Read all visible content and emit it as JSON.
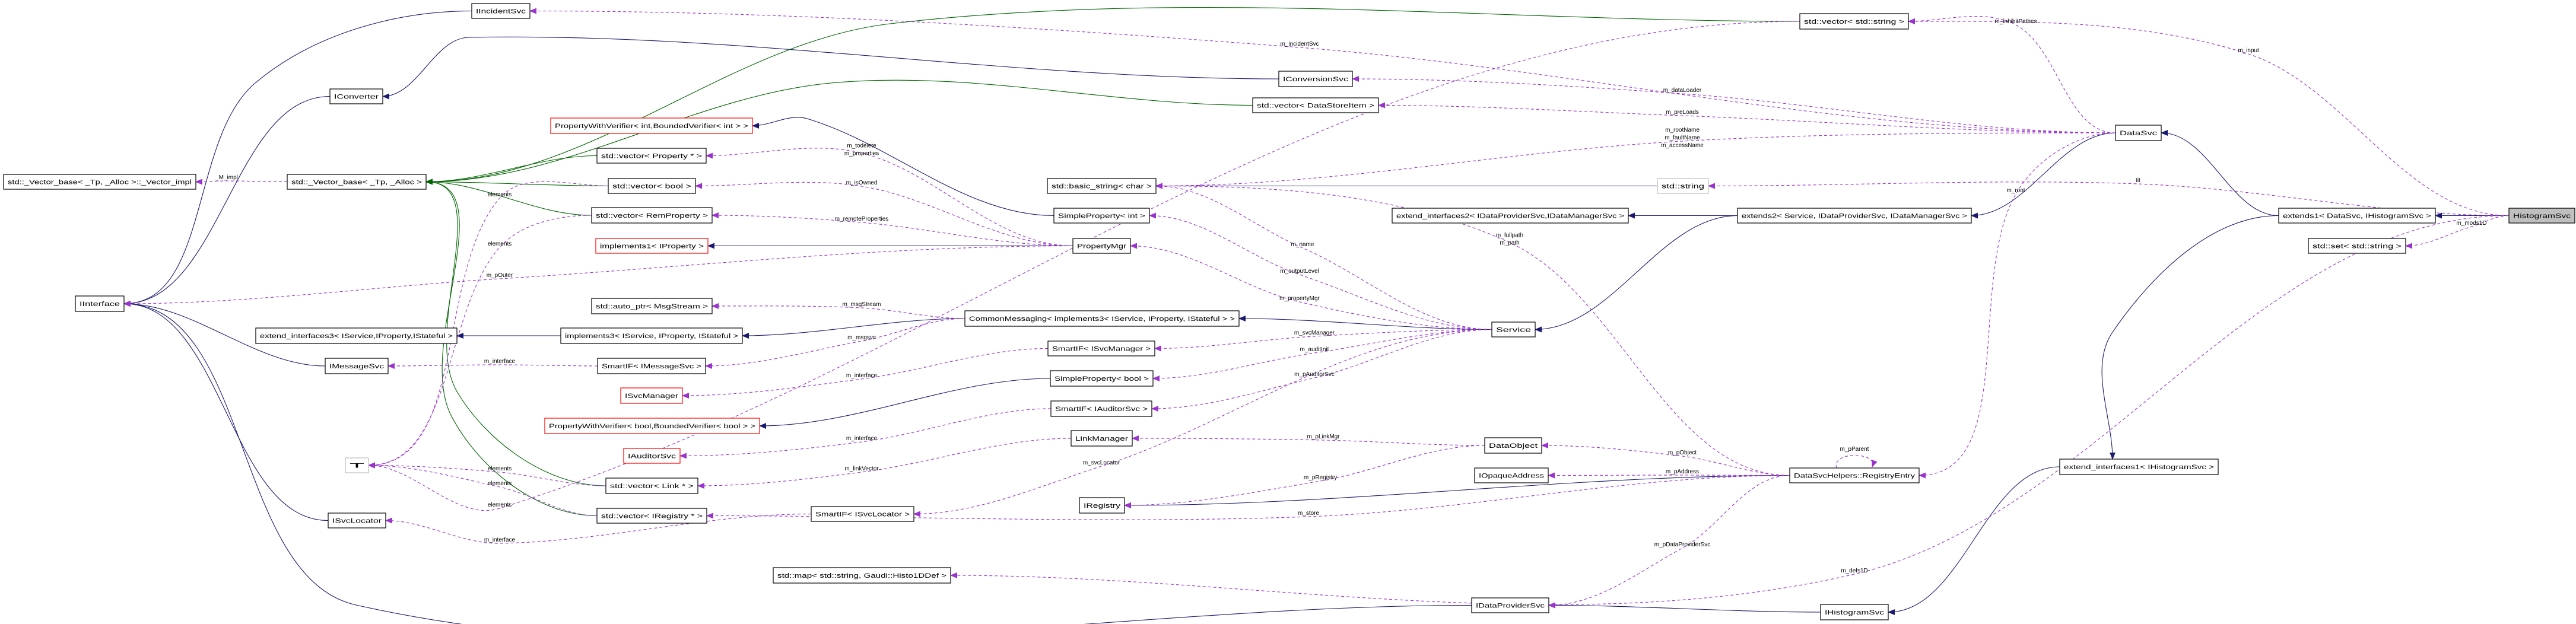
{
  "colors": {
    "inheritance": "#191970",
    "template": "#006400",
    "usage": "#9a32cd",
    "undocumented_border": "#ff0000",
    "external_border": "#bfbfbf",
    "current_fill": "#bfbfbf"
  },
  "nodes": [
    {
      "id": "IIncidentSvc",
      "label": "IIncidentSvc",
      "style": "normal"
    },
    {
      "id": "IConverter",
      "label": "IConverter",
      "style": "normal"
    },
    {
      "id": "Vector_impl",
      "label": "std::_Vector_base< _Tp, _Alloc >::_Vector_impl",
      "style": "normal"
    },
    {
      "id": "Vector_base",
      "label": "std::_Vector_base< _Tp, _Alloc >",
      "style": "normal"
    },
    {
      "id": "PWV_int",
      "label": "PropertyWithVerifier< int,BoundedVerifier< int > >",
      "style": "undocumented"
    },
    {
      "id": "vec_Property",
      "label": "std::vector< Property * >",
      "style": "normal"
    },
    {
      "id": "vec_bool",
      "label": "std::vector< bool >",
      "style": "normal"
    },
    {
      "id": "vec_RemProperty",
      "label": "std::vector< RemProperty >",
      "style": "normal"
    },
    {
      "id": "implements1",
      "label": "implements1< IProperty >",
      "style": "undocumented"
    },
    {
      "id": "auto_ptr",
      "label": "std::auto_ptr< MsgStream >",
      "style": "normal"
    },
    {
      "id": "IInterface",
      "label": "IInterface",
      "style": "normal"
    },
    {
      "id": "extend_interfaces3",
      "label": "extend_interfaces3< IService,IProperty,IStateful >",
      "style": "normal"
    },
    {
      "id": "implements3",
      "label": "implements3< IService, IProperty, IStateful >",
      "style": "normal"
    },
    {
      "id": "IMessageSvc",
      "label": "IMessageSvc",
      "style": "normal"
    },
    {
      "id": "SmartIF_IMessageSvc",
      "label": "SmartIF< IMessageSvc >",
      "style": "normal"
    },
    {
      "id": "ISvcManager",
      "label": "ISvcManager",
      "style": "undocumented"
    },
    {
      "id": "PWV_bool",
      "label": "PropertyWithVerifier< bool,BoundedVerifier< bool > >",
      "style": "undocumented"
    },
    {
      "id": "IAuditorSvc",
      "label": "IAuditorSvc",
      "style": "undocumented"
    },
    {
      "id": "T",
      "label": "T",
      "style": "external"
    },
    {
      "id": "vec_Link",
      "label": "std::vector< Link * >",
      "style": "normal"
    },
    {
      "id": "vec_IRegistry",
      "label": "std::vector< IRegistry * >",
      "style": "normal"
    },
    {
      "id": "ISvcLocator",
      "label": "ISvcLocator",
      "style": "normal"
    },
    {
      "id": "basic_string",
      "label": "std::basic_string< char >",
      "style": "normal"
    },
    {
      "id": "SimpleProperty_int",
      "label": "SimpleProperty< int >",
      "style": "normal"
    },
    {
      "id": "PropertyMgr",
      "label": "PropertyMgr",
      "style": "normal"
    },
    {
      "id": "IConversionSvc",
      "label": "IConversionSvc",
      "style": "normal"
    },
    {
      "id": "vec_DataStoreItem",
      "label": "std::vector< DataStoreItem >",
      "style": "normal"
    },
    {
      "id": "CommonMessaging",
      "label": "CommonMessaging< implements3< IService, IProperty, IStateful > >",
      "style": "normal"
    },
    {
      "id": "SmartIF_ISvcManager",
      "label": "SmartIF< ISvcManager >",
      "style": "normal"
    },
    {
      "id": "SimpleProperty_bool",
      "label": "SimpleProperty< bool >",
      "style": "normal"
    },
    {
      "id": "SmartIF_IAuditorSvc",
      "label": "SmartIF< IAuditorSvc >",
      "style": "normal"
    },
    {
      "id": "LinkManager",
      "label": "LinkManager",
      "style": "normal"
    },
    {
      "id": "IRegistry",
      "label": "IRegistry",
      "style": "normal"
    },
    {
      "id": "SmartIF_ISvcLocator",
      "label": "SmartIF< ISvcLocator >",
      "style": "normal"
    },
    {
      "id": "map_Histo1DDef",
      "label": "std::map< std::string, Gaudi::Histo1DDef >",
      "style": "normal"
    },
    {
      "id": "vec_string",
      "label": "std::vector< std::string >",
      "style": "normal"
    },
    {
      "id": "std_string",
      "label": "std::string",
      "style": "external"
    },
    {
      "id": "extend_interfaces2",
      "label": "extend_interfaces2< IDataProviderSvc,IDataManagerSvc >",
      "style": "normal"
    },
    {
      "id": "extends2",
      "label": "extends2< Service, IDataProviderSvc, IDataManagerSvc >",
      "style": "normal"
    },
    {
      "id": "Service",
      "label": "Service",
      "style": "normal"
    },
    {
      "id": "DataObject",
      "label": "DataObject",
      "style": "normal"
    },
    {
      "id": "IOpaqueAddress",
      "label": "IOpaqueAddress",
      "style": "normal"
    },
    {
      "id": "RegistryEntry",
      "label": "DataSvcHelpers::RegistryEntry",
      "style": "normal"
    },
    {
      "id": "IDataProviderSvc",
      "label": "IDataProviderSvc",
      "style": "normal"
    },
    {
      "id": "IHistogramSvc",
      "label": "IHistogramSvc",
      "style": "normal"
    },
    {
      "id": "DataSvc",
      "label": "DataSvc",
      "style": "normal"
    },
    {
      "id": "extends1",
      "label": "extends1< DataSvc, IHistogramSvc >",
      "style": "normal"
    },
    {
      "id": "HistogramSvc",
      "label": "HistogramSvc",
      "style": "current"
    },
    {
      "id": "set_string",
      "label": "std::set< std::string >",
      "style": "normal"
    },
    {
      "id": "extend_interfaces1",
      "label": "extend_interfaces1< IHistogramSvc >",
      "style": "normal"
    }
  ],
  "edges": [
    {
      "from": "IIncidentSvc",
      "to": "IInterface",
      "type": "inheritance"
    },
    {
      "from": "IConverter",
      "to": "IInterface",
      "type": "inheritance"
    },
    {
      "from": "IConversionSvc",
      "to": "IConverter",
      "type": "inheritance"
    },
    {
      "from": "IMessageSvc",
      "to": "IInterface",
      "type": "inheritance"
    },
    {
      "from": "ISvcLocator",
      "to": "IInterface",
      "type": "inheritance"
    },
    {
      "from": "IDataProviderSvc",
      "to": "IInterface",
      "type": "inheritance"
    },
    {
      "from": "implements3",
      "to": "extend_interfaces3",
      "type": "inheritance"
    },
    {
      "from": "CommonMessaging",
      "to": "implements3",
      "type": "inheritance"
    },
    {
      "from": "Service",
      "to": "CommonMessaging",
      "type": "inheritance"
    },
    {
      "from": "SimpleProperty_int",
      "to": "PWV_int",
      "type": "inheritance"
    },
    {
      "from": "SimpleProperty_bool",
      "to": "PWV_bool",
      "type": "inheritance"
    },
    {
      "from": "PropertyMgr",
      "to": "implements1",
      "type": "inheritance"
    },
    {
      "from": "std_string",
      "to": "basic_string",
      "type": "inheritance"
    },
    {
      "from": "extends2",
      "to": "extend_interfaces2",
      "type": "inheritance"
    },
    {
      "from": "extends2",
      "to": "Service",
      "type": "inheritance"
    },
    {
      "from": "DataSvc",
      "to": "extends2",
      "type": "inheritance"
    },
    {
      "from": "extends1",
      "to": "DataSvc",
      "type": "inheritance"
    },
    {
      "from": "HistogramSvc",
      "to": "extends1",
      "type": "inheritance"
    },
    {
      "from": "extends1",
      "to": "extend_interfaces1",
      "type": "inheritance"
    },
    {
      "from": "extend_interfaces1",
      "to": "IHistogramSvc",
      "type": "inheritance"
    },
    {
      "from": "IHistogramSvc",
      "to": "IDataProviderSvc",
      "type": "inheritance"
    },
    {
      "from": "RegistryEntry",
      "to": "IRegistry",
      "type": "inheritance"
    },
    {
      "from": "vec_string",
      "to": "Vector_base",
      "type": "template"
    },
    {
      "from": "vec_DataStoreItem",
      "to": "Vector_base",
      "type": "template"
    },
    {
      "from": "vec_Property",
      "to": "Vector_base",
      "type": "template"
    },
    {
      "from": "vec_bool",
      "to": "Vector_base",
      "type": "template"
    },
    {
      "from": "vec_RemProperty",
      "to": "Vector_base",
      "type": "template"
    },
    {
      "from": "vec_Link",
      "to": "Vector_base",
      "type": "template"
    },
    {
      "from": "vec_IRegistry",
      "to": "Vector_base",
      "type": "template"
    },
    {
      "from": "Vector_base",
      "to": "Vector_impl",
      "type": "usage",
      "labels": [
        "_M_impl"
      ]
    },
    {
      "from": "DataSvc",
      "to": "IIncidentSvc",
      "type": "usage",
      "labels": [
        "m_incidentSvc"
      ]
    },
    {
      "from": "DataSvc",
      "to": "IConversionSvc",
      "type": "usage",
      "labels": [
        "m_dataLoader"
      ]
    },
    {
      "from": "DataSvc",
      "to": "vec_DataStoreItem",
      "type": "usage",
      "labels": [
        "m_preLoads"
      ]
    },
    {
      "from": "DataSvc",
      "to": "basic_string",
      "type": "usage",
      "labels": [
        "m_rootName",
        "m_faultName",
        "m_accessName"
      ]
    },
    {
      "from": "DataSvc",
      "to": "vec_string",
      "type": "usage",
      "labels": [
        "m_inhibitPathes"
      ]
    },
    {
      "from": "HistogramSvc",
      "to": "vec_string",
      "type": "usage",
      "labels": [
        "m_input"
      ]
    },
    {
      "from": "HistogramSvc",
      "to": "std_string",
      "type": "usage",
      "labels": [
        "tit"
      ]
    },
    {
      "from": "DataSvc",
      "to": "RegistryEntry",
      "type": "usage",
      "labels": [
        "m_root"
      ]
    },
    {
      "from": "HistogramSvc",
      "to": "set_string",
      "type": "usage",
      "labels": [
        "m_mods1D"
      ]
    },
    {
      "from": "HistogramSvc",
      "to": "map_Histo1DDef",
      "type": "usage",
      "labels": [
        "m_defs1D"
      ]
    },
    {
      "from": "PropertyMgr",
      "to": "vec_Property",
      "type": "usage",
      "labels": [
        "m_todelete",
        "m_properties"
      ]
    },
    {
      "from": "PropertyMgr",
      "to": "vec_bool",
      "type": "usage",
      "labels": [
        "m_isOwned"
      ]
    },
    {
      "from": "PropertyMgr",
      "to": "vec_RemProperty",
      "type": "usage",
      "labels": [
        "m_remoteProperties"
      ]
    },
    {
      "from": "PropertyMgr",
      "to": "IInterface",
      "type": "usage",
      "labels": [
        "m_pOuter"
      ]
    },
    {
      "from": "CommonMessaging",
      "to": "auto_ptr",
      "type": "usage",
      "labels": [
        "m_msgStream"
      ]
    },
    {
      "from": "CommonMessaging",
      "to": "SmartIF_IMessageSvc",
      "type": "usage",
      "labels": [
        "m_msgsvc"
      ]
    },
    {
      "from": "SmartIF_IMessageSvc",
      "to": "IMessageSvc",
      "type": "usage",
      "labels": [
        "m_interface"
      ]
    },
    {
      "from": "SmartIF_ISvcManager",
      "to": "ISvcManager",
      "type": "usage",
      "labels": [
        "m_interface"
      ]
    },
    {
      "from": "SmartIF_IAuditorSvc",
      "to": "IAuditorSvc",
      "type": "usage",
      "labels": [
        "m_interface"
      ]
    },
    {
      "from": "SmartIF_ISvcLocator",
      "to": "ISvcLocator",
      "type": "usage",
      "labels": [
        "m_interface"
      ]
    },
    {
      "from": "vec_bool",
      "to": "T",
      "type": "usage",
      "labels": [
        "elements"
      ]
    },
    {
      "from": "vec_RemProperty",
      "to": "T",
      "type": "usage",
      "labels": [
        "elements"
      ]
    },
    {
      "from": "vec_Link",
      "to": "T",
      "type": "usage",
      "labels": [
        "elements"
      ]
    },
    {
      "from": "vec_IRegistry",
      "to": "T",
      "type": "usage",
      "labels": [
        "elements"
      ]
    },
    {
      "from": "vec_string",
      "to": "T",
      "type": "usage",
      "labels": [
        "elements"
      ]
    },
    {
      "from": "LinkManager",
      "to": "vec_Link",
      "type": "usage",
      "labels": [
        "m_linkVector"
      ]
    },
    {
      "from": "DataObject",
      "to": "LinkManager",
      "type": "usage",
      "labels": [
        "m_pLinkMgr"
      ]
    },
    {
      "from": "DataObject",
      "to": "IRegistry",
      "type": "usage",
      "labels": [
        "m_pRegistry"
      ]
    },
    {
      "from": "Service",
      "to": "basic_string",
      "type": "usage",
      "labels": [
        "m_name"
      ]
    },
    {
      "from": "Service",
      "to": "SimpleProperty_int",
      "type": "usage",
      "labels": [
        "m_outputLevel"
      ]
    },
    {
      "from": "Service",
      "to": "PropertyMgr",
      "type": "usage",
      "labels": [
        "m_propertyMgr"
      ]
    },
    {
      "from": "Service",
      "to": "SmartIF_ISvcManager",
      "type": "usage",
      "labels": [
        "m_svcManager"
      ]
    },
    {
      "from": "Service",
      "to": "SimpleProperty_bool",
      "type": "usage",
      "labels": [
        "m_auditInit"
      ]
    },
    {
      "from": "Service",
      "to": "SmartIF_IAuditorSvc",
      "type": "usage",
      "labels": [
        "m_pAuditorSvc"
      ]
    },
    {
      "from": "Service",
      "to": "SmartIF_ISvcLocator",
      "type": "usage",
      "labels": [
        "m_svcLocator"
      ]
    },
    {
      "from": "RegistryEntry",
      "to": "basic_string",
      "type": "usage",
      "labels": [
        "m_fullpath",
        "m_path"
      ]
    },
    {
      "from": "RegistryEntry",
      "to": "DataObject",
      "type": "usage",
      "labels": [
        "m_pObject"
      ]
    },
    {
      "from": "RegistryEntry",
      "to": "IOpaqueAddress",
      "type": "usage",
      "labels": [
        "m_pAddress"
      ]
    },
    {
      "from": "RegistryEntry",
      "to": "RegistryEntry",
      "type": "usage",
      "labels": [
        "m_pParent"
      ]
    },
    {
      "from": "RegistryEntry",
      "to": "vec_IRegistry",
      "type": "usage",
      "labels": [
        "m_store"
      ]
    },
    {
      "from": "RegistryEntry",
      "to": "IDataProviderSvc",
      "type": "usage",
      "labels": [
        "m_pDataProviderSvc"
      ]
    }
  ]
}
